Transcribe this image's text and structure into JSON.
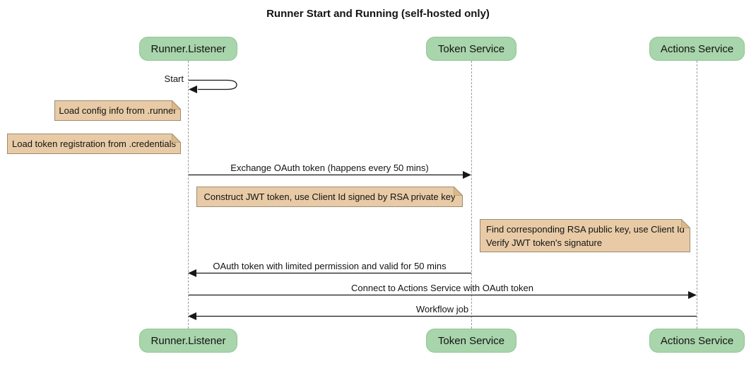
{
  "title": "Runner Start and Running (self-hosted only)",
  "participants": [
    {
      "name": "Runner.Listener"
    },
    {
      "name": "Token Service"
    },
    {
      "name": "Actions Service"
    }
  ],
  "messages": {
    "self_start": {
      "label": "Start",
      "from": "Runner.Listener",
      "to": "Runner.Listener"
    },
    "exchange": {
      "label": "Exchange OAuth token (happens every 50 mins)",
      "from": "Runner.Listener",
      "to": "Token Service"
    },
    "oauth_return": {
      "label": "OAuth token with limited permission and valid for 50 mins",
      "from": "Token Service",
      "to": "Runner.Listener"
    },
    "connect": {
      "label": "Connect to Actions Service with OAuth token",
      "from": "Runner.Listener",
      "to": "Actions Service"
    },
    "workflow": {
      "label": "Workflow job",
      "from": "Actions Service",
      "to": "Runner.Listener"
    }
  },
  "notes": {
    "load_config": {
      "label": "Load config info from .runner",
      "anchor": "Runner.Listener"
    },
    "load_credentials": {
      "label": "Load token registration from .credentials",
      "anchor": "Runner.Listener"
    },
    "construct_jwt": {
      "label": "Construct JWT token, use Client Id signed by RSA private key",
      "anchor": "Runner.Listener, Token Service"
    },
    "verify_jwt": {
      "line1": "Find corresponding RSA public key, use Client Id",
      "line2": "Verify JWT token's signature",
      "anchor": "Token Service, Actions Service"
    }
  },
  "colors": {
    "participant_fill": "#a8d5ab",
    "participant_border": "#90c694",
    "note_fill": "#e8cba6",
    "note_border": "#9b8c72",
    "lifeline": "#999999",
    "arrow": "#181818"
  }
}
